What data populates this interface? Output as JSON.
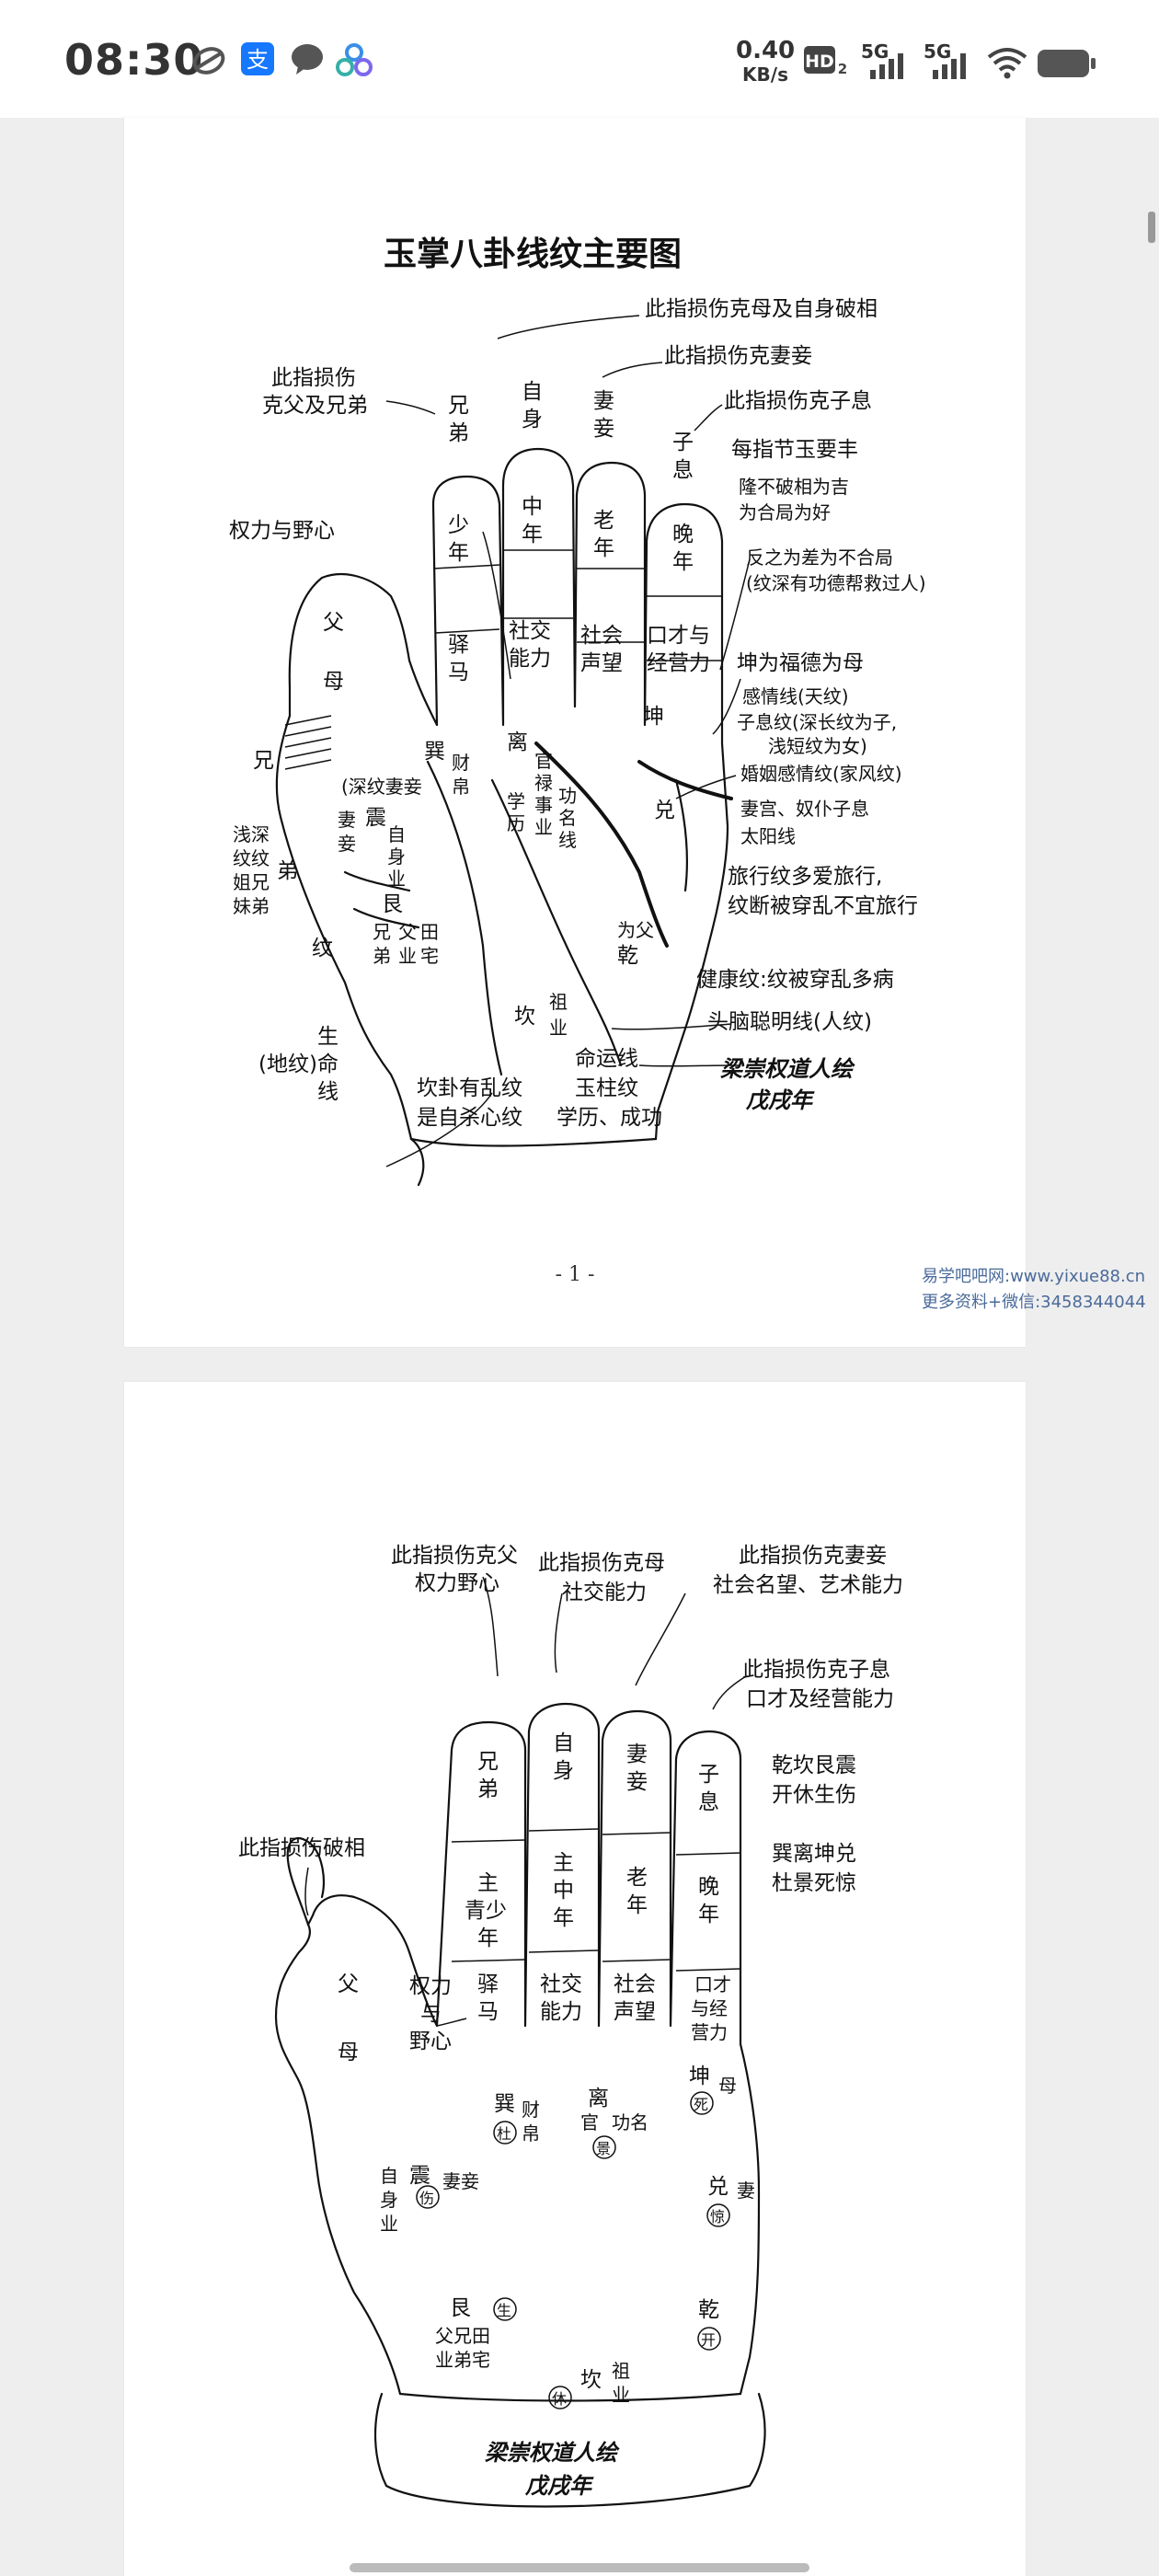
{
  "status_bar": {
    "time": "08:30",
    "net_speed_value": "0.40",
    "net_speed_unit": "KB/s",
    "hd_label": "HD",
    "hd_sub": "2",
    "sim1_label": "5G",
    "sim2_label": "5G",
    "icons": [
      "app-icon",
      "alipay-icon",
      "chat-icon",
      "cloud-icon",
      "wifi-icon",
      "battery-icon"
    ]
  },
  "page1": {
    "title": "玉掌八卦线纹主要图",
    "labels": {
      "finger_thumb_note": "此指损伤克母及自身破相",
      "finger_middle_note": "此指损伤克妻妾",
      "finger_ring_note": "此指损伤克子息",
      "knuckle_note": "每指节玉要丰",
      "raised_note_1": "隆不破相为吉",
      "raised_note_2": "为合局为好",
      "reverse_note_1": "反之为差为不合局",
      "reverse_note_2": "(纹深有功德帮救过人)",
      "left_note_1": "此指损伤",
      "left_note_2": "克父及兄弟",
      "power": "权力与野心",
      "f1_a": "兄",
      "f1_b": "弟",
      "f1_c": "少",
      "f1_d": "年",
      "f1_e": "驿",
      "f1_f": "马",
      "f2_a": "自",
      "f2_b": "身",
      "f2_c": "中",
      "f2_d": "年",
      "f2_e": "社交",
      "f2_f": "能力",
      "f3_a": "妻",
      "f3_b": "妾",
      "f3_c": "老",
      "f3_d": "年",
      "f3_e": "社会",
      "f3_f": "声望",
      "f4_a": "子",
      "f4_b": "息",
      "f4_c": "晚",
      "f4_d": "年",
      "f4_e": "口才与",
      "f4_f": "经营力",
      "kun": "坤",
      "kun_note": "坤为福德为母",
      "heart_line": "感情线(天纹)",
      "child_line_1": "子息纹(深长纹为子,",
      "child_line_2": "浅短纹为女)",
      "marriage_line": "婚姻感情纹(家风纹)",
      "dui": "兑",
      "dui_note": "妻宫、奴仆子息",
      "sun_line": "太阳线",
      "travel_1": "旅行纹多爱旅行,",
      "travel_2": "纹断被穿乱不宜旅行",
      "qian_1": "为父",
      "qian_2": "乾",
      "health": "健康纹:纹被穿乱多病",
      "head_line": "头脑聪明线(人纹)",
      "signature_1": "梁崇权道人绘",
      "signature_2": "戊戌年",
      "fate_1": "命运线",
      "fate_2": "玉柱纹",
      "fate_3": "学历、成功",
      "kan": "坎",
      "kan_note_1": "坎卦有乱纹",
      "kan_note_2": "是自杀心纹",
      "ancestor_1": "祖",
      "ancestor_2": "业",
      "life_1": "生",
      "life_2": "命",
      "life_3": "线",
      "earth_line": "(地纹)",
      "gen": "艮",
      "gen_a": "兄",
      "gen_b": "父",
      "gen_c": "田",
      "gen_d": "弟",
      "gen_e": "业",
      "gen_f": "宅",
      "xun": "巽",
      "xun_a": "财",
      "xun_b": "帛",
      "li": "离",
      "li_a": "官",
      "li_b": "禄",
      "li_c": "事",
      "li_d": "业",
      "li_e": "学",
      "li_f": "历",
      "li_g": "功",
      "li_h": "名",
      "li_i": "线",
      "zhen": "震",
      "zhen_a": "妻",
      "zhen_b": "妾",
      "zhen_c": "自",
      "zhen_d": "身",
      "zhen_e": "业",
      "deep_wife": "(深纹妻妾",
      "thumb_fu": "父",
      "thumb_mu": "母",
      "brother": "兄",
      "sib_1": "浅深",
      "sib_2": "纹纹",
      "sib_3": "姐兄",
      "sib_4": "妹弟",
      "di": "弟",
      "wen": "纹"
    },
    "page_number": "- 1 -"
  },
  "watermark": {
    "line1": "易学吧吧网:www.yixue88.cn",
    "line2": "更多资料+微信:3458344044"
  },
  "page2": {
    "labels": {
      "n1_1": "此指损伤克父",
      "n1_2": "权力野心",
      "n2_1": "此指损伤克母",
      "n2_2": "社交能力",
      "n3_1": "此指损伤克妻妾",
      "n3_2": "社会名望、艺术能力",
      "n4_1": "此指损伤克子息",
      "n4_2": "口才及经营能力",
      "n5": "此指损伤破相",
      "gate_1": "乾坎艮震",
      "gate_2": "开休生伤",
      "gate_3": "巽离坤兑",
      "gate_4": "杜景死惊",
      "f1_a": "兄",
      "f1_b": "弟",
      "f1_c": "主",
      "f1_d": "青少",
      "f1_e": "年",
      "f1_f": "驿",
      "f1_g": "马",
      "f2_a": "自",
      "f2_b": "身",
      "f2_c": "主",
      "f2_d": "中",
      "f2_e": "年",
      "f2_f": "社交",
      "f2_g": "能力",
      "f3_a": "妻",
      "f3_b": "妾",
      "f3_c": "老",
      "f3_d": "年",
      "f3_e": "社会",
      "f3_f": "声望",
      "f4_a": "子",
      "f4_b": "息",
      "f4_c": "晚",
      "f4_d": "年",
      "f4_e": "口才",
      "f4_f": "与经",
      "f4_g": "营力",
      "thumb_fu": "父",
      "thumb_mu": "母",
      "power_1": "权力",
      "power_2": "与",
      "power_3": "野心",
      "xun": "巽",
      "xun_a": "财",
      "xun_b": "帛",
      "du": "杜",
      "li": "离",
      "li_a": "官",
      "li_b": "功名",
      "jing": "景",
      "kun": "坤",
      "kun_a": "母",
      "si": "死",
      "zhen": "震",
      "zhen_a": "妻妾",
      "shang": "伤",
      "zhen_b": "自",
      "zhen_c": "身",
      "zhen_d": "业",
      "dui": "兑",
      "dui_a": "妻",
      "jing2": "惊",
      "gen": "艮",
      "sheng": "生",
      "gen_a": "父兄田",
      "gen_b": "业弟宅",
      "qian": "乾",
      "kai": "开",
      "kan": "坎",
      "xiu": "休",
      "kan_a": "祖",
      "kan_b": "业",
      "signature_1": "梁崇权道人绘",
      "signature_2": "戊戌年"
    }
  }
}
